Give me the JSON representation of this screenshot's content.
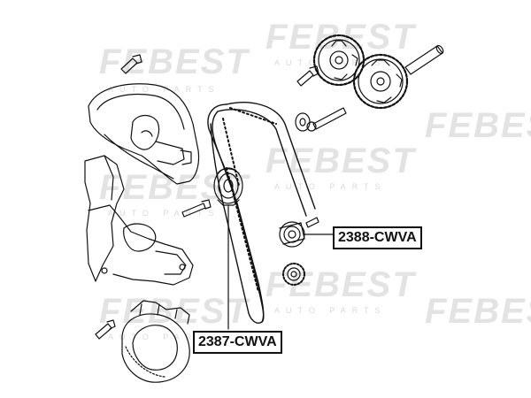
{
  "watermark": {
    "brand": "FEBEST",
    "tagline": "AUTO PARTS"
  },
  "callouts": [
    {
      "id": "tensioner",
      "label": "2387-CWVA"
    },
    {
      "id": "idler",
      "label": "2388-CWVA"
    }
  ],
  "colors": {
    "line": "#111111",
    "watermark": "#e3e3e3",
    "callout_border": "#111111"
  }
}
